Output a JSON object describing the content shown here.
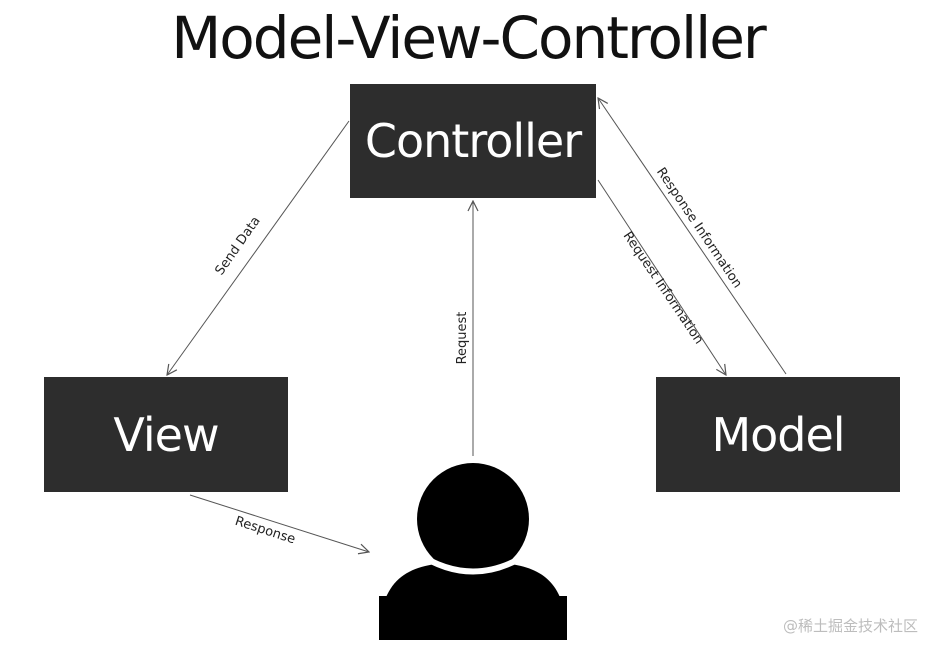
{
  "title": "Model-View-Controller",
  "nodes": {
    "controller": "Controller",
    "view": "View",
    "model": "Model",
    "user": "user-icon"
  },
  "edges": {
    "send_data": "Send Data",
    "request": "Request",
    "request_information": "Request Information",
    "response_information": "Response Information",
    "response": "Response"
  },
  "watermark": "@稀土掘金技术社区",
  "colors": {
    "box_fill": "#2d2d2d",
    "box_text": "#ffffff",
    "line": "#555555"
  }
}
